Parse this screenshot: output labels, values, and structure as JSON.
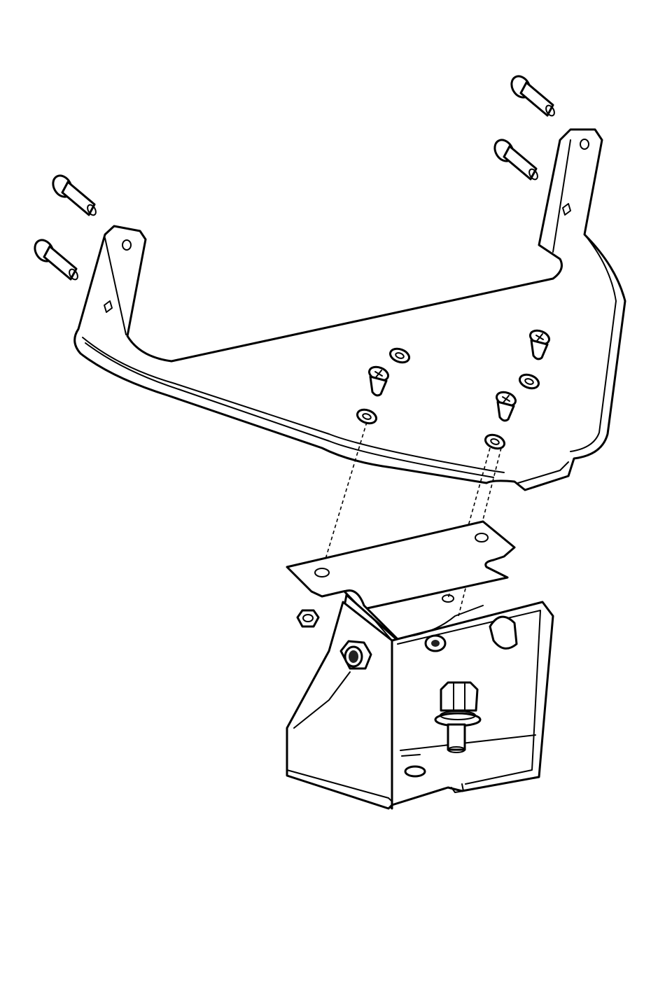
{
  "diagram": {
    "parts": [
      {
        "id": "upper-u-bracket",
        "icon": "u-bracket-icon"
      },
      {
        "id": "lower-mount-bracket",
        "icon": "mount-bracket-icon"
      },
      {
        "id": "flange-bolts",
        "icon": "bolt-icon",
        "count": 4
      },
      {
        "id": "countersunk-screws",
        "icon": "screw-icon",
        "count": 3
      },
      {
        "id": "washers",
        "icon": "washer-icon",
        "count": 4
      },
      {
        "id": "hex-bolt-with-washer",
        "icon": "hex-bolt-icon",
        "count": 1
      },
      {
        "id": "nuts",
        "icon": "nut-icon",
        "count": 2
      }
    ],
    "line_color": "#000000",
    "background": "#ffffff"
  }
}
